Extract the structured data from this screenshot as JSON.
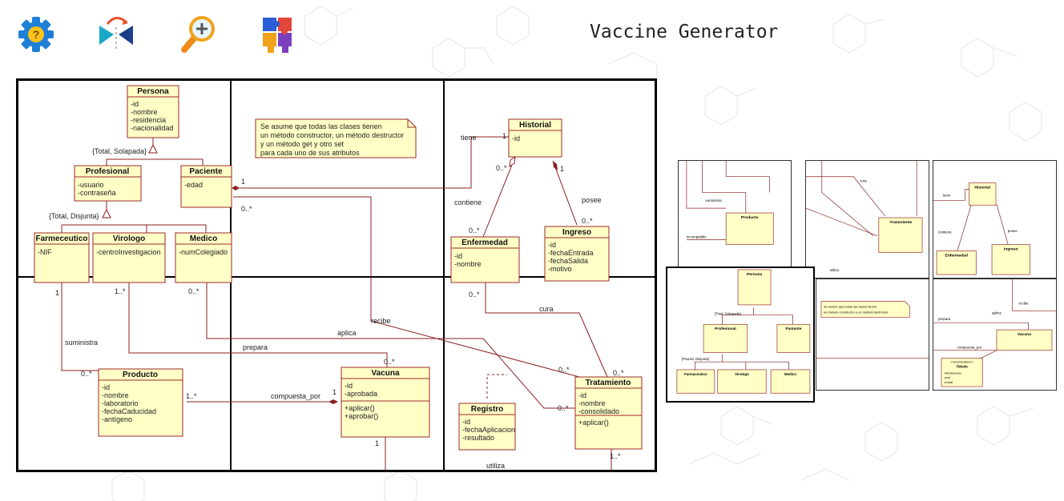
{
  "app": {
    "title": "Vaccine Generator"
  },
  "toolbar": {
    "help_icon": "help-gear-icon",
    "share_icon": "share-icon",
    "zoom_icon": "zoom-in-icon",
    "puzzle_icon": "puzzle-icon"
  },
  "colors": {
    "class_fill": "#ffffc6",
    "class_stroke": "#9c2a2a",
    "assoc_line": "#8b2020"
  },
  "diagram": {
    "note": [
      "Se asume que todas las clases tienen",
      "un método constructor, un método destructor",
      "y un método get y otro set",
      "para cada uno de sus atributos"
    ],
    "classes": {
      "persona": {
        "name": "Persona",
        "attrs": [
          "-id",
          "-nombre",
          "-residencia",
          "-nacionalidad"
        ]
      },
      "profesional": {
        "name": "Profesional",
        "attrs": [
          "-usuario",
          "-contraseña"
        ]
      },
      "paciente": {
        "name": "Paciente",
        "attrs": [
          "-edad"
        ]
      },
      "farmaceutico": {
        "name": "Farmeceutico",
        "attrs": [
          "-NIF"
        ]
      },
      "virologo": {
        "name": "Virologo",
        "attrs": [
          "-centroInvestigacion"
        ]
      },
      "medico": {
        "name": "Medico",
        "attrs": [
          "-numColegiado"
        ]
      },
      "historial": {
        "name": "Historial",
        "attrs": [
          "-id"
        ]
      },
      "enfermedad": {
        "name": "Enfermedad",
        "attrs": [
          "-id",
          "-nombre"
        ]
      },
      "ingreso": {
        "name": "Ingreso",
        "attrs": [
          "-id",
          "-fechaEntrada",
          "-fechaSalida",
          "-motivo"
        ]
      },
      "producto": {
        "name": "Producto",
        "attrs": [
          "-id",
          "-nombre",
          "-laboratorio",
          "-fechaCaducidad",
          "-antígeno"
        ]
      },
      "vacuna": {
        "name": "Vacuna",
        "attrs": [
          "-id",
          "-aprobada"
        ],
        "ops": [
          "+aplicar()",
          "+aprobar()"
        ]
      },
      "registro": {
        "name": "Registro",
        "attrs": [
          "-id",
          "-fechaAplicacion",
          "-resultado"
        ]
      },
      "tratamiento": {
        "name": "Tratamiento",
        "attrs": [
          "-id",
          "-nombre",
          "-consolidado"
        ],
        "ops": [
          "+aplicar()"
        ]
      }
    },
    "labels": {
      "total_solapada": "{Total, Solapada}",
      "total_disjunta": "{Total, Disjunta}",
      "tiene": "tiene",
      "contiene": "contiene",
      "posee": "posee",
      "recibe": "recibe",
      "cura": "cura",
      "aplica": "aplica",
      "prepara": "prepara",
      "suministra": "suministra",
      "compuesta_por": "compuesta_por",
      "utiliza": "utiliza"
    },
    "multiplicities": {
      "one": "1",
      "zero_many": "0..*",
      "one_many": "1..*"
    }
  },
  "thumbnails": {
    "t1": {
      "producto": "Producto",
      "suministra": "suministra",
      "incompatible": "incompatible"
    },
    "t2": {
      "tratamiento": "Tratamiento",
      "cura": "cura",
      "utiliza": "utiliza"
    },
    "t3": {
      "historial": "Historial",
      "tiene": "tiene",
      "contiene": "contiene",
      "posee": "posee",
      "enfermedad": "Enfermedad",
      "ingreso": "Ingreso"
    },
    "t4": {
      "persona": "Persona",
      "total_solapada": "{Total, Solapada}",
      "profesional": "Profesional",
      "paciente": "Paciente",
      "parcial_disjunta": "{Parcial, Disjunta}",
      "farmaceutico": "Farmaceutico",
      "virologo": "Virologo",
      "medico": "Medico"
    },
    "t5": {
      "note_line1": "Se asume que todas las clases tienen",
      "note_line2": "un método constructor y un método destructor"
    },
    "t6": {
      "vacuna": "Vacuna",
      "recibe": "recibe",
      "aplica": "aplica",
      "prepara": "prepara",
      "compuesta_por": "compuesta_por",
      "enum_stereo": "<<enumeration>>",
      "enum_name": "TModo",
      "enum_vals": [
        "-intravenosa",
        "-oral",
        "-rectal"
      ]
    }
  }
}
